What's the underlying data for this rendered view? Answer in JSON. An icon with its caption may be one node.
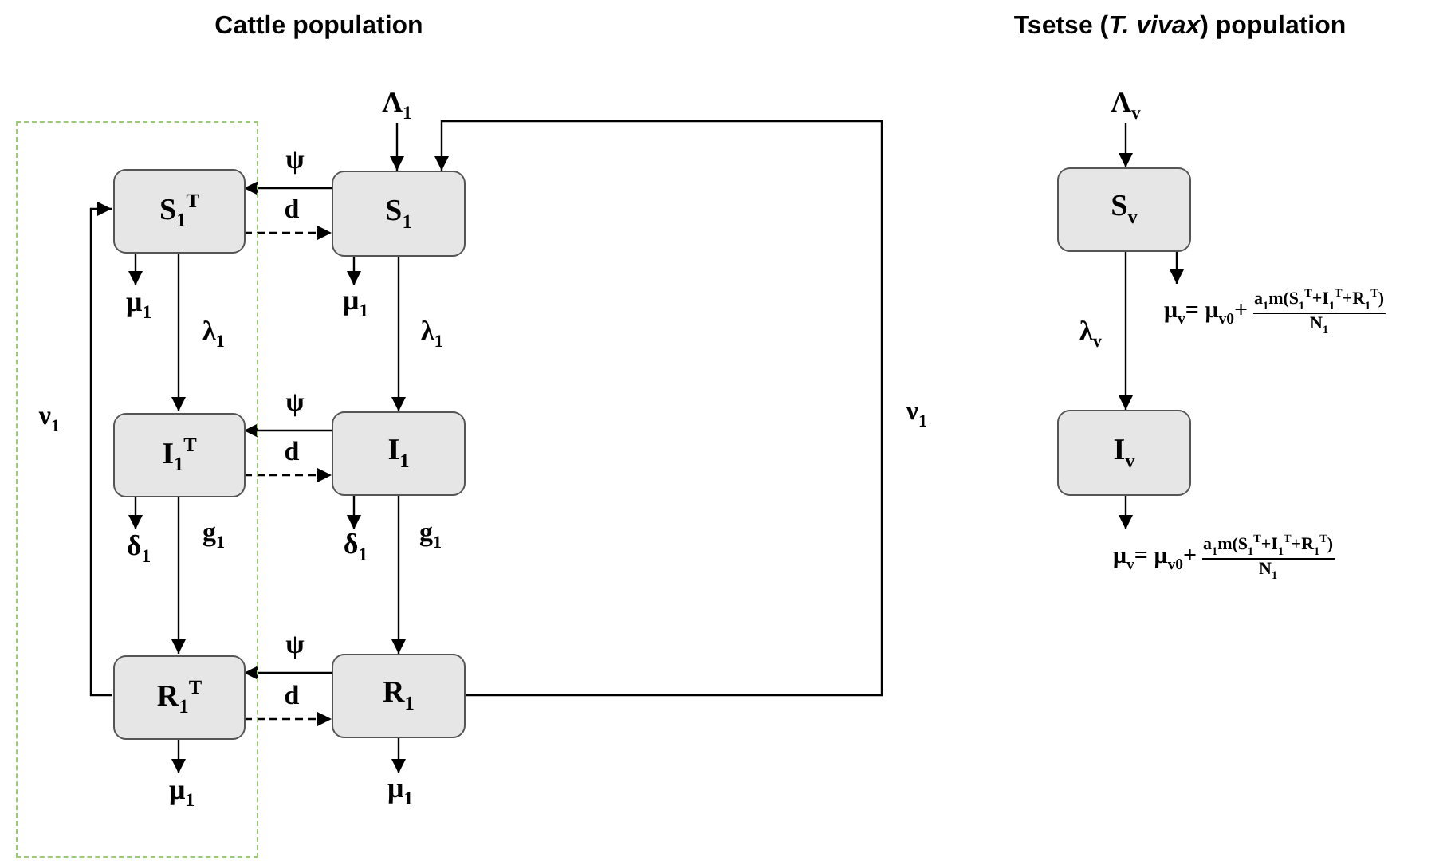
{
  "diagram": {
    "nodes": [
      {
        "text": [],
        "shape": "box"
      },
      {
        "text": [
          "S$_{1}$$^{T}$"
        ],
        "in": 0
      },
      {
        "text": [
          "S$_{1}$"
        ]
      },
      {
        "text": [
          "I$_{1}$$^{T}$"
        ],
        "in": 0
      },
      {
        "text": [
          "I$_{1}$"
        ]
      },
      {
        "text": [
          "R$_{1}$$^{T}$"
        ],
        "in": 0
      },
      {
        "text": [
          "R$_{1}$"
        ]
      },
      {
        "text": [
          "S$_{v}$"
        ]
      },
      {
        "text": [
          "I$_{v}$"
        ]
      },
      {
        "text": [
          "Λ$_{1}$"
        ]
      },
      {
        "text": [
          "Λ$_{v}$"
        ]
      },
      {
        "text": [
          "μ$_{1}$"
        ],
        "in": 0
      },
      {
        "text": [
          "μ$_{1}$"
        ]
      },
      {
        "text": [
          "δ$_{1}$"
        ],
        "in": 0
      },
      {
        "text": [
          "δ$_{1}$"
        ]
      },
      {
        "text": [
          "μ$_{1}$"
        ],
        "in": 0
      },
      {
        "text": [
          "μ$_{1}$"
        ]
      },
      {
        "text": [
          "μ$_{v}$= μ$_{v0}$+",
          "a$_{1}$m(S$_{1}$$^{T}$+I$_{1}$$^{T}$+R$_{1}$$^{T}$)",
          "N$_{1}$"
        ]
      },
      {
        "text": [
          "μ$_{v}$= μ$_{v0}$+",
          "a$_{1}$m(S$_{1}$$^{T}$+I$_{1}$$^{T}$+R$_{1}$$^{T}$)",
          "N$_{1}$"
        ]
      }
    ],
    "edges": [
      {
        "from": 9,
        "to": 2,
        "arrow": "to"
      },
      {
        "from": 6,
        "to": 2,
        "arrow": "to",
        "label": "ν$_{1}$"
      },
      {
        "from": 2,
        "to": 1,
        "arrow": "to",
        "label": "ψ"
      },
      {
        "from": 1,
        "to": 2,
        "arrow": "to",
        "label": "d",
        "style": "dashed"
      },
      {
        "from": 1,
        "to": 11,
        "arrow": "to"
      },
      {
        "from": 2,
        "to": 12,
        "arrow": "to"
      },
      {
        "from": 1,
        "to": 3,
        "arrow": "to",
        "label": "λ$_{1}$"
      },
      {
        "from": 2,
        "to": 4,
        "arrow": "to",
        "label": "λ$_{1}$"
      },
      {
        "from": 4,
        "to": 3,
        "arrow": "to",
        "label": "ψ"
      },
      {
        "from": 3,
        "to": 4,
        "arrow": "to",
        "label": "d",
        "style": "dashed"
      },
      {
        "from": 3,
        "to": 13,
        "arrow": "to"
      },
      {
        "from": 4,
        "to": 14,
        "arrow": "to"
      },
      {
        "from": 3,
        "to": 5,
        "arrow": "to",
        "label": "g$_{1}$"
      },
      {
        "from": 4,
        "to": 6,
        "arrow": "to",
        "label": "g$_{1}$"
      },
      {
        "from": 6,
        "to": 5,
        "arrow": "to",
        "label": "ψ"
      },
      {
        "from": 5,
        "to": 6,
        "arrow": "to",
        "label": "d",
        "style": "dashed"
      },
      {
        "from": 5,
        "to": 15,
        "arrow": "to"
      },
      {
        "from": 6,
        "to": 16,
        "arrow": "to"
      },
      {
        "from": 5,
        "to": 1,
        "arrow": "to",
        "label": "ν$_{1}$"
      },
      {
        "from": 10,
        "to": 7,
        "arrow": "to"
      },
      {
        "from": 7,
        "to": 17,
        "arrow": "to"
      },
      {
        "from": 7,
        "to": 8,
        "arrow": "to",
        "label": "λ$_{v}$"
      },
      {
        "from": 8,
        "to": 18,
        "arrow": "to"
      }
    ],
    "labels": [
      "Cattle population",
      "Tsetse (*T. vivax*) population"
    ]
  }
}
